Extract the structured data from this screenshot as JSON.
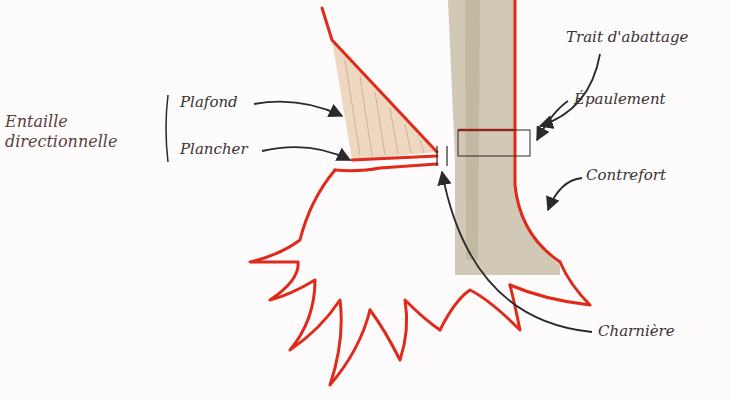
{
  "diagram": {
    "labels": [
      "Entaille directionnelle",
      "Plafond",
      "Plancher",
      "Trait d'abattage",
      "Épaulement",
      "Contrefort",
      "Charnière"
    ]
  }
}
